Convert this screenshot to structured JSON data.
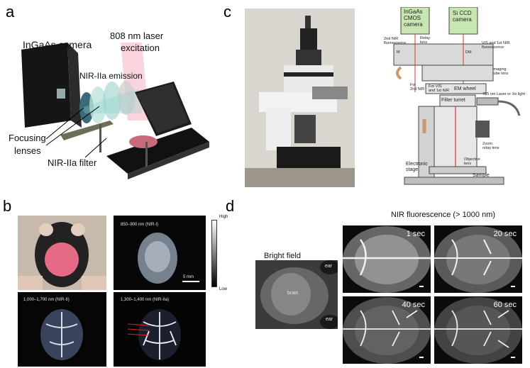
{
  "panels": {
    "a": {
      "letter": "a",
      "labels": {
        "camera": "InGaAs camera",
        "laser_line1": "808 nm laser",
        "laser_line2": "excitation",
        "emission": "NIR-IIa emission",
        "focusing1": "Focusing",
        "focusing2": "lenses",
        "filter": "NIR-IIa filter"
      }
    },
    "b": {
      "letter": "b",
      "colorbar_high": "High",
      "colorbar_low": "Low",
      "scale": "5 mm",
      "tiles": {
        "nir1": "850–900 nm (NIR-I)",
        "nir2": "1,000–1,700 nm (NIR-II)",
        "nir2a": "1,300–1,400 nm (NIR-IIa)"
      }
    },
    "c": {
      "letter": "c",
      "labels": {
        "ingaas": "InGaAs\nCMOS\ncamera",
        "si": "Si CCD\ncamera",
        "nir2_fluor": "2nd NIR\nfluorescence",
        "relay": "Relay\nlens",
        "vis_fluor": "VIS and 1st NIR\nfluorescence",
        "m": "M",
        "dm": "DM",
        "imaging_tube": "Imaging\ntube lens",
        "for_2nd": "For\n2nd NIR",
        "for_vis": "For VIS\nand 1st NIR",
        "em_wheel": "EM wheel",
        "laser": "785 nm Laser or Xe light",
        "filter_turret": "Filter turret",
        "zoom": "Zoom\nrelay lens",
        "electronic": "Electronic\nstage",
        "objective": "Objective\nlens",
        "sample": "Sample"
      }
    },
    "d": {
      "letter": "d",
      "title": "NIR fluorescence (> 1000 nm)",
      "bright_field": "Bright field",
      "ear_top": "ear",
      "ear_bottom": "ear",
      "brain": "brain",
      "times": [
        "1 sec",
        "20 sec",
        "40 sec",
        "60 sec"
      ]
    }
  },
  "colors": {
    "laser": "#f2a3b6",
    "lens": "#9fd6cf",
    "bg": "#ffffff"
  }
}
